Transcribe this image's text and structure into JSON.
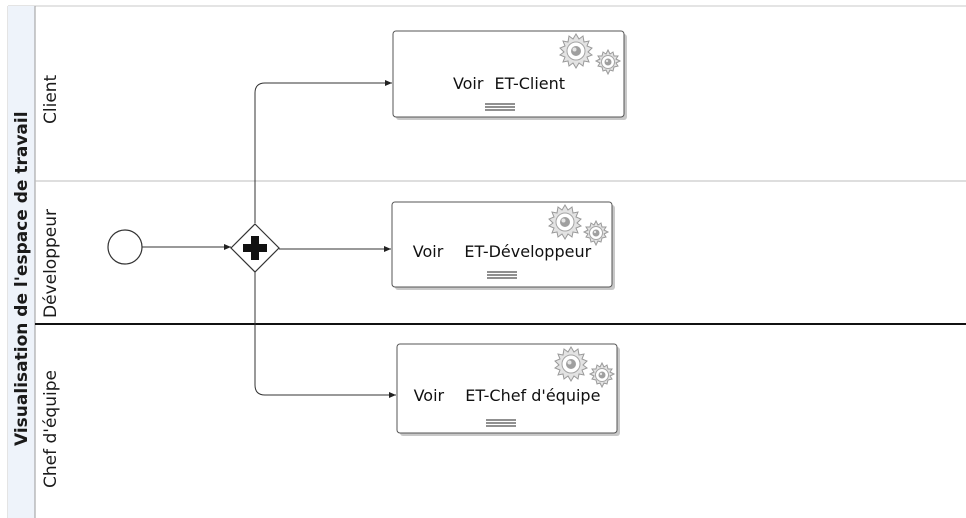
{
  "pool": {
    "title": "Visualisation de l'espace de travail"
  },
  "lanes": [
    {
      "label": "Client"
    },
    {
      "label": "Développeur"
    },
    {
      "label": "Chef d'équipe"
    }
  ],
  "tasks": [
    {
      "verb": "Voir",
      "object": "ET-Client"
    },
    {
      "verb": "Voir",
      "object": "ET-Développeur"
    },
    {
      "verb": "Voir",
      "object": "ET-Chef d'équipe"
    }
  ],
  "icons": {
    "gateway": "parallel-gateway-plus-icon",
    "task_type": "service-gears-icon",
    "marker": "multi-instance-lines-icon",
    "start": "start-event-circle"
  },
  "colors": {
    "stroke": "#333333",
    "lane_divider": "#bdbdbd",
    "pool_header_bg": "#eef3fa",
    "gear_fill": "#d8d8d8",
    "gear_stroke": "#999999",
    "task_border": "#555555",
    "task_shadow": "#c8c8c8"
  }
}
